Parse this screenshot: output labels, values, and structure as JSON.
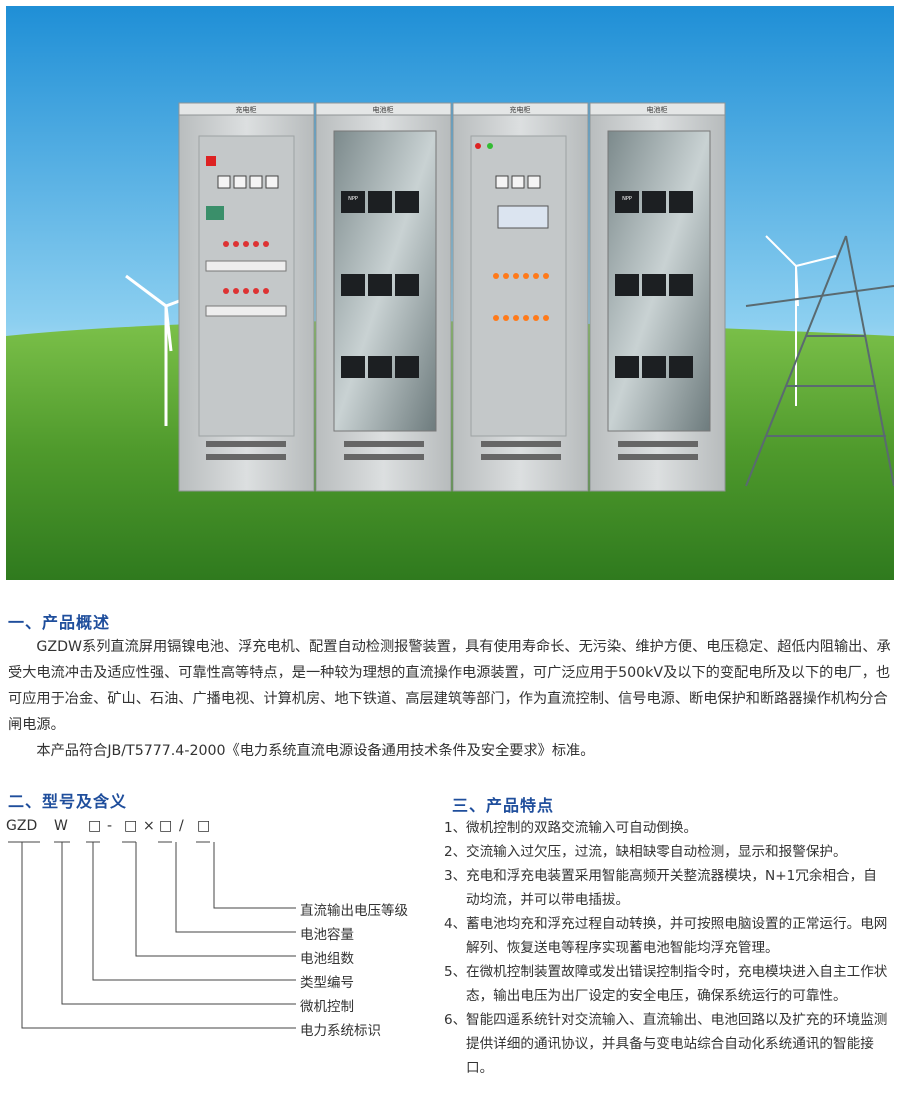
{
  "hero": {
    "cabinet_labels": [
      "充电柜",
      "电池柜",
      "充电柜",
      "电池柜"
    ],
    "battery_brand": "NPP"
  },
  "overview": {
    "heading": "一、产品概述",
    "paragraph1": "GZDW系列直流屏用镉镍电池、浮充电机、配置自动检测报警装置，具有使用寿命长、无污染、维护方便、电压稳定、超低内阻输出、承受大电流冲击及适应性强、可靠性高等特点，是一种较为理想的直流操作电源装置，可广泛应用于500kV及以下的变配电所及以下的电厂，也可应用于冶金、矿山、石油、广播电视、计算机房、地下铁道、高层建筑等部门，作为直流控制、信号电源、断电保护和断路器操作机构分合闸电源。",
    "paragraph2": "本产品符合JB/T5777.4-2000《电力系统直流电源设备通用技术条件及安全要求》标准。"
  },
  "model": {
    "heading": "二、型号及含义",
    "code_parts": [
      "GZD",
      "W",
      "□",
      "-",
      "□",
      "×",
      "□",
      "/",
      "□"
    ],
    "labels": [
      "直流输出电压等级",
      "电池容量",
      "电池组数",
      "类型编号",
      "微机控制",
      "电力系统标识"
    ]
  },
  "features": {
    "heading": "三、产品特点",
    "items": [
      {
        "num": "1、",
        "text": "微机控制的双路交流输入可自动倒换。"
      },
      {
        "num": "2、",
        "text": "交流输入过欠压，过流，缺相缺零自动检测，显示和报警保护。"
      },
      {
        "num": "3、",
        "text": "充电和浮充电装置采用智能高频开关整流器模块，N+1冗余相合，自动均流，并可以带电插拔。"
      },
      {
        "num": "4、",
        "text": "蓄电池均充和浮充过程自动转换，并可按照电脑设置的正常运行。电网解列、恢复送电等程序实现蓄电池智能均浮充管理。"
      },
      {
        "num": "5、",
        "text": "在微机控制装置故障或发出错误控制指令时，充电模块进入自主工作状态，输出电压为出厂设定的安全电压，确保系统运行的可靠性。"
      },
      {
        "num": "6、",
        "text": "智能四遥系统针对交流输入、直流输出、电池回路以及扩充的环境监测提供详细的通讯协议，并具备与变电站综合自动化系统通讯的智能接口。"
      }
    ]
  },
  "colors": {
    "heading": "#1f4e9c",
    "sky_top": "#1f8fd6",
    "grass": "#4f9a2c",
    "cabinet": "#cfd3d4"
  }
}
